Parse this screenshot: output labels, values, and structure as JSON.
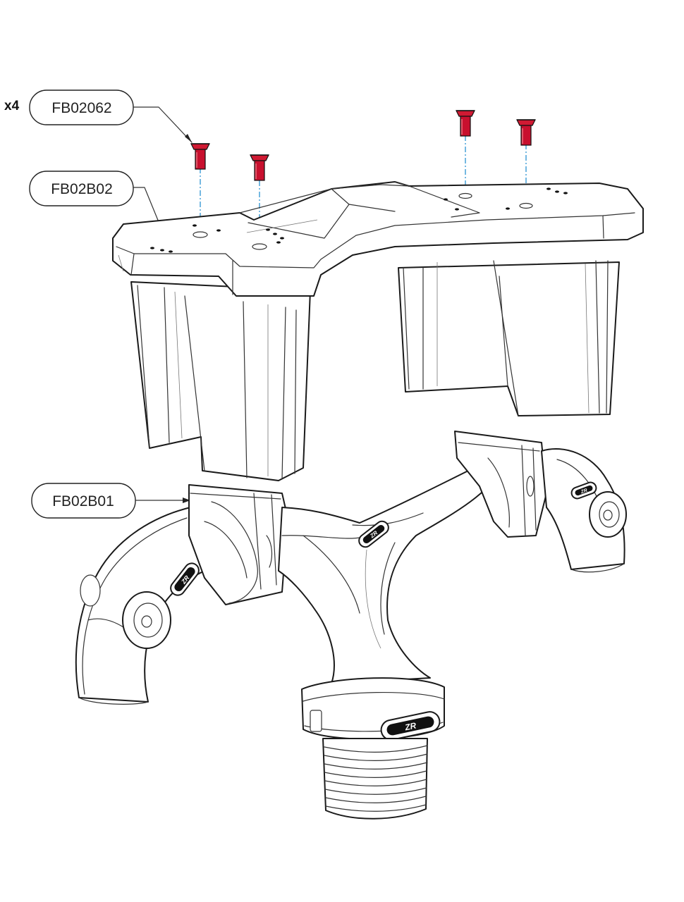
{
  "callouts": [
    {
      "id": "screw",
      "label": "FB02062",
      "quantity": "x4"
    },
    {
      "id": "cover",
      "label": "FB02B02"
    },
    {
      "id": "body",
      "label": "FB02B01"
    }
  ],
  "colors": {
    "screw": "#c8102e",
    "axis": "#3a9bd5",
    "line": "#1a1a1a"
  },
  "icons": [
    "screw-icon",
    "logo-badge-icon"
  ]
}
